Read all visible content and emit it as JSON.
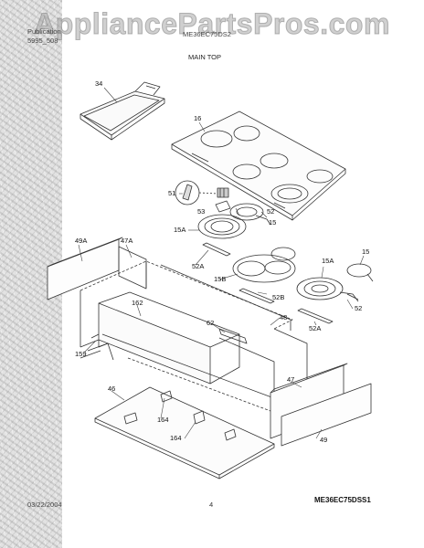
{
  "watermark": "AppliancePartsPros.com",
  "header": {
    "left_line1": "Publication",
    "left_line2": "5995_508",
    "model": "ME36EC75DS2"
  },
  "section_title": "MAIN TOP",
  "callouts": {
    "c34": "34",
    "c16": "16",
    "c51": "51",
    "c53": "53",
    "c52a": "52",
    "c15a": "15",
    "c15A_left": "15A",
    "c49A": "49A",
    "c47A": "47A",
    "c52A_1": "52A",
    "c15B": "15B",
    "c15A_right": "15A",
    "c15_right": "15",
    "c52B": "52B",
    "c52b": "52",
    "c52A_2": "52A",
    "c162": "162",
    "c48": "48",
    "c62": "62",
    "c159": "159",
    "c47": "47",
    "c46": "46",
    "c164a": "164",
    "c164b": "164",
    "c49": "49"
  },
  "doc_number": "ME36EC75DSS1",
  "date": "03/22/2004",
  "page_number": "4"
}
